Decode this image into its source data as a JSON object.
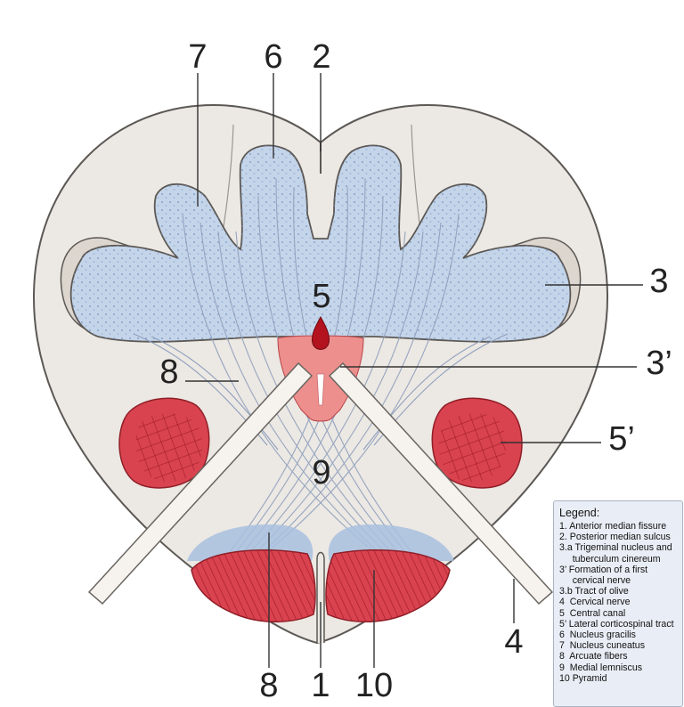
{
  "diagram": {
    "labels": {
      "n7": "7",
      "n6": "6",
      "n2": "2",
      "n3": "3",
      "n5": "5",
      "n3p": "3’",
      "n8a": "8",
      "n5p": "5’",
      "n9": "9",
      "n4": "4",
      "n8b": "8",
      "n1": "1",
      "n10": "10"
    },
    "colors": {
      "white_matter": "#ece8e3",
      "outline": "#5c5855",
      "gray_matter": "#c4d5ea",
      "dots": "#7f9dc8",
      "red": "#d9434f",
      "red_light": "#ec8f8d",
      "red_dark": "#a8202e",
      "line": "#333333"
    }
  },
  "legend": {
    "title": "Legend:",
    "items": [
      "1. Anterior median fissure",
      "2. Posterior median sulcus",
      "3.a Trigeminal nucleus and",
      "     tuberculum cinereum",
      "3’ Formation of a first",
      "     cervical nerve",
      "3.b Tract of olive",
      "4  Cervical nerve",
      "5  Central canal",
      "5’ Lateral corticospinal tract",
      "6  Nucleus gracilis",
      "7  Nucleus cuneatus",
      "8  Arcuate fibers",
      "9  Medial lemniscus",
      "10 Pyramid"
    ]
  }
}
